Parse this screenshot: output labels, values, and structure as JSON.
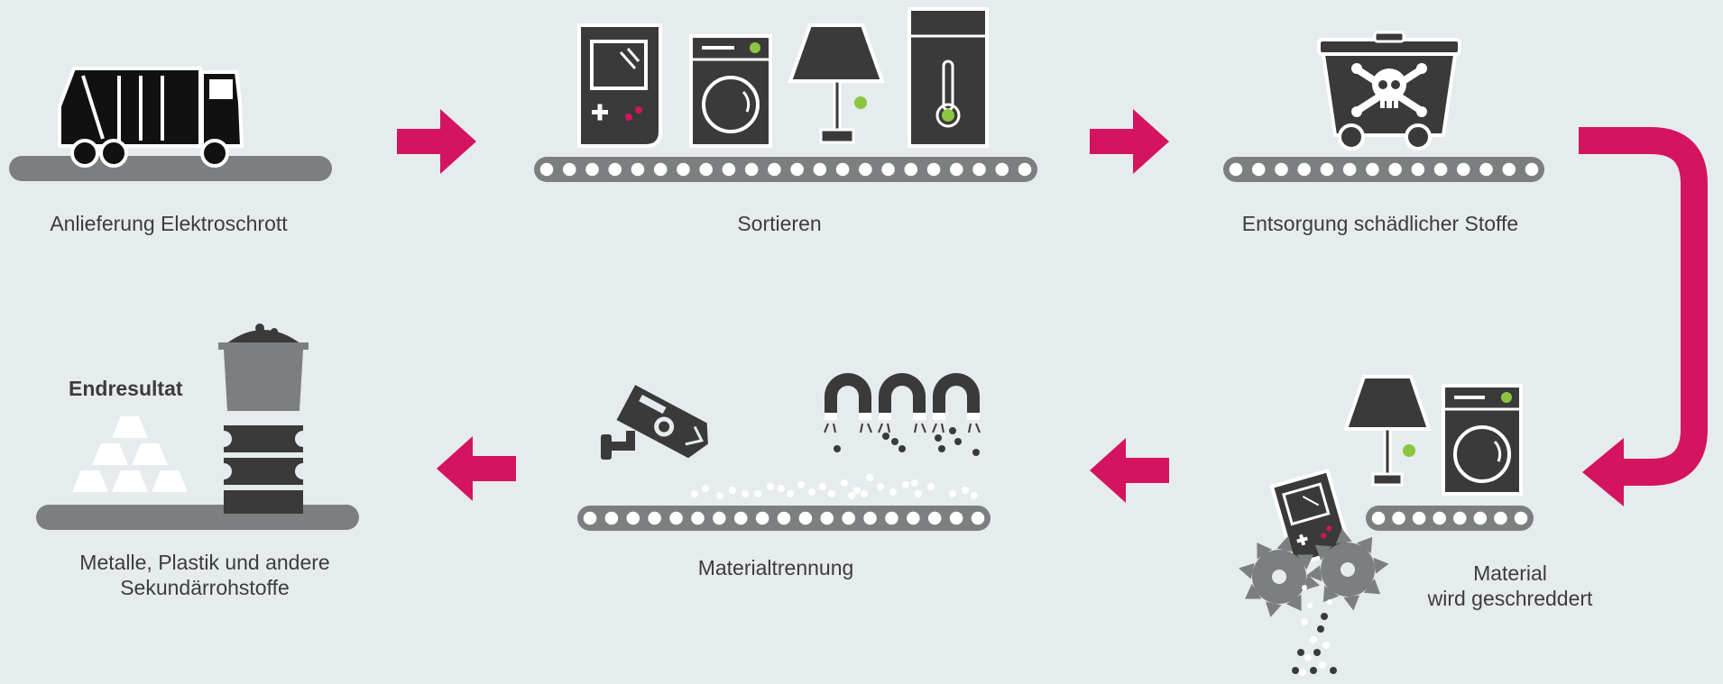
{
  "colors": {
    "background": "#e6ecee",
    "dark": "#3a3a3a",
    "belt": "#7b7f7f",
    "accent": "#d4145f",
    "green": "#8cc63f",
    "white": "#ffffff"
  },
  "steps": [
    {
      "label": "Anlieferung Elektroschrott",
      "icon": "garbage-truck-icon"
    },
    {
      "label": "Sortieren",
      "icons": [
        "game-console-icon",
        "washing-machine-icon",
        "lamp-icon",
        "fridge-icon"
      ]
    },
    {
      "label": "Entsorgung schädlicher Stoffe",
      "icon": "toxic-container-icon"
    },
    {
      "label_line1": "Material",
      "label_line2": "wird geschreddert",
      "icon": "shredder-icon"
    },
    {
      "label": "Materialtrennung",
      "icons": [
        "camera-sensor-icon",
        "magnet-icon"
      ]
    },
    {
      "title": "Endresultat",
      "label_line1": "Metalle, Plastik und andere",
      "label_line2": "Sekundärrohstoffe",
      "icons": [
        "metal-bars-icon",
        "raw-material-stack-icon"
      ]
    }
  ]
}
